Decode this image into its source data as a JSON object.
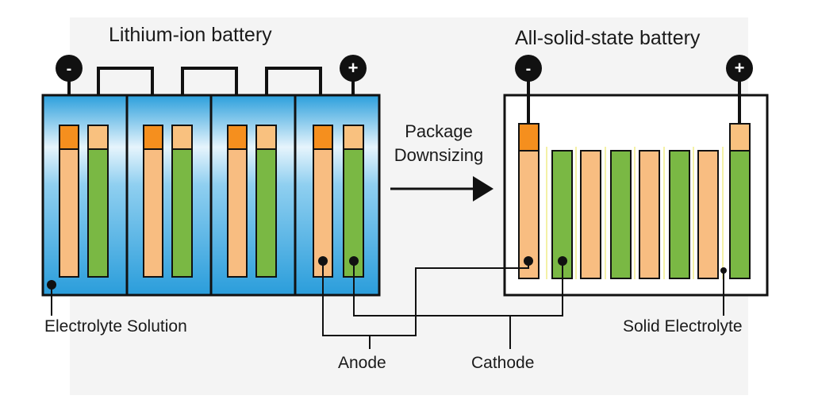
{
  "titles": {
    "left": "Lithium-ion battery",
    "right": "All-solid-state battery"
  },
  "arrow_text": {
    "line1": "Package",
    "line2": "Downsizing"
  },
  "labels": {
    "electrolyte_solution": "Electrolyte Solution",
    "solid_electrolyte": "Solid Electrolyte",
    "anode": "Anode",
    "cathode": "Cathode"
  },
  "terminals": {
    "negative": "-",
    "positive": "+"
  },
  "colors": {
    "anode": "#f8bd81",
    "anode_tab": "#f58f1e",
    "cathode": "#7ab844",
    "cathode_tab": "#f9c17f",
    "electrolyte": "#33a3de",
    "outline": "#111111",
    "background_panel": "#f4f4f4"
  }
}
